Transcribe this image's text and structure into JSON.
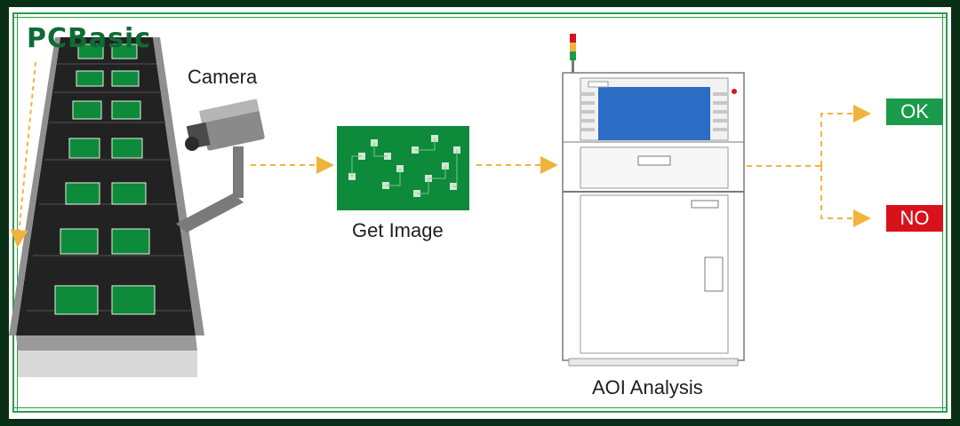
{
  "logo": {
    "text": "PCBasic"
  },
  "labels": {
    "camera": "Camera",
    "get_image": "Get Image",
    "aoi_analysis": "AOI Analysis"
  },
  "results": {
    "ok": "OK",
    "no": "NO"
  },
  "colors": {
    "border_green": "#2f9a4c",
    "pcb_green": "#0d8a3a",
    "ok_green": "#1a9b4b",
    "no_red": "#d8121b",
    "arrow_orange": "#f0b43c",
    "screen_blue": "#2b6cc4"
  },
  "icons": [
    "camera-icon",
    "conveyor-belt",
    "pcb-board-icon",
    "aoi-machine-icon",
    "signal-light-icon"
  ]
}
